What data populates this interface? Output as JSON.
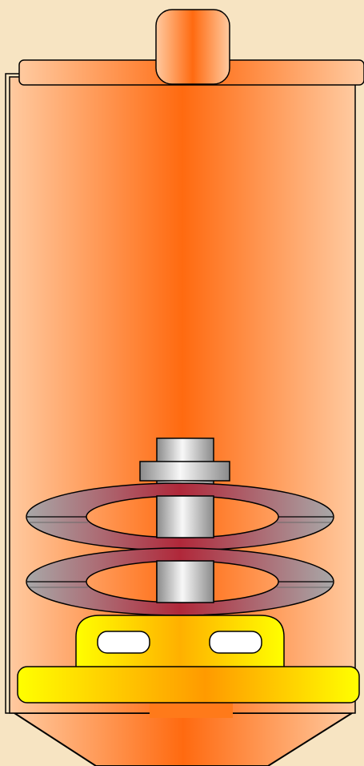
{
  "diagram": {
    "parts": [
      {
        "id": "housing",
        "name": "cylindrical-housing"
      },
      {
        "id": "lid",
        "name": "top-cap"
      },
      {
        "id": "handle",
        "name": "top-knob"
      },
      {
        "id": "shaft",
        "name": "center-shaft"
      },
      {
        "id": "collar",
        "name": "shaft-collar"
      },
      {
        "id": "disc1",
        "name": "upper-plate"
      },
      {
        "id": "disc2",
        "name": "lower-plate"
      },
      {
        "id": "mount",
        "name": "base-mount"
      },
      {
        "id": "base",
        "name": "base-plate"
      },
      {
        "id": "funnel",
        "name": "conical-bottom"
      }
    ],
    "colors": {
      "background": "#f7e4c2",
      "housing_edge": "#ffbf8f",
      "housing_center": "#ff6a10",
      "plate_gray": "#a6a6a6",
      "plate_red": "#b0283a",
      "shaft_light": "#f5f5f5",
      "shaft_dark": "#8a8a8a",
      "yellow": "#ffff00",
      "orange": "#ff8a00",
      "outline": "#000000"
    }
  }
}
